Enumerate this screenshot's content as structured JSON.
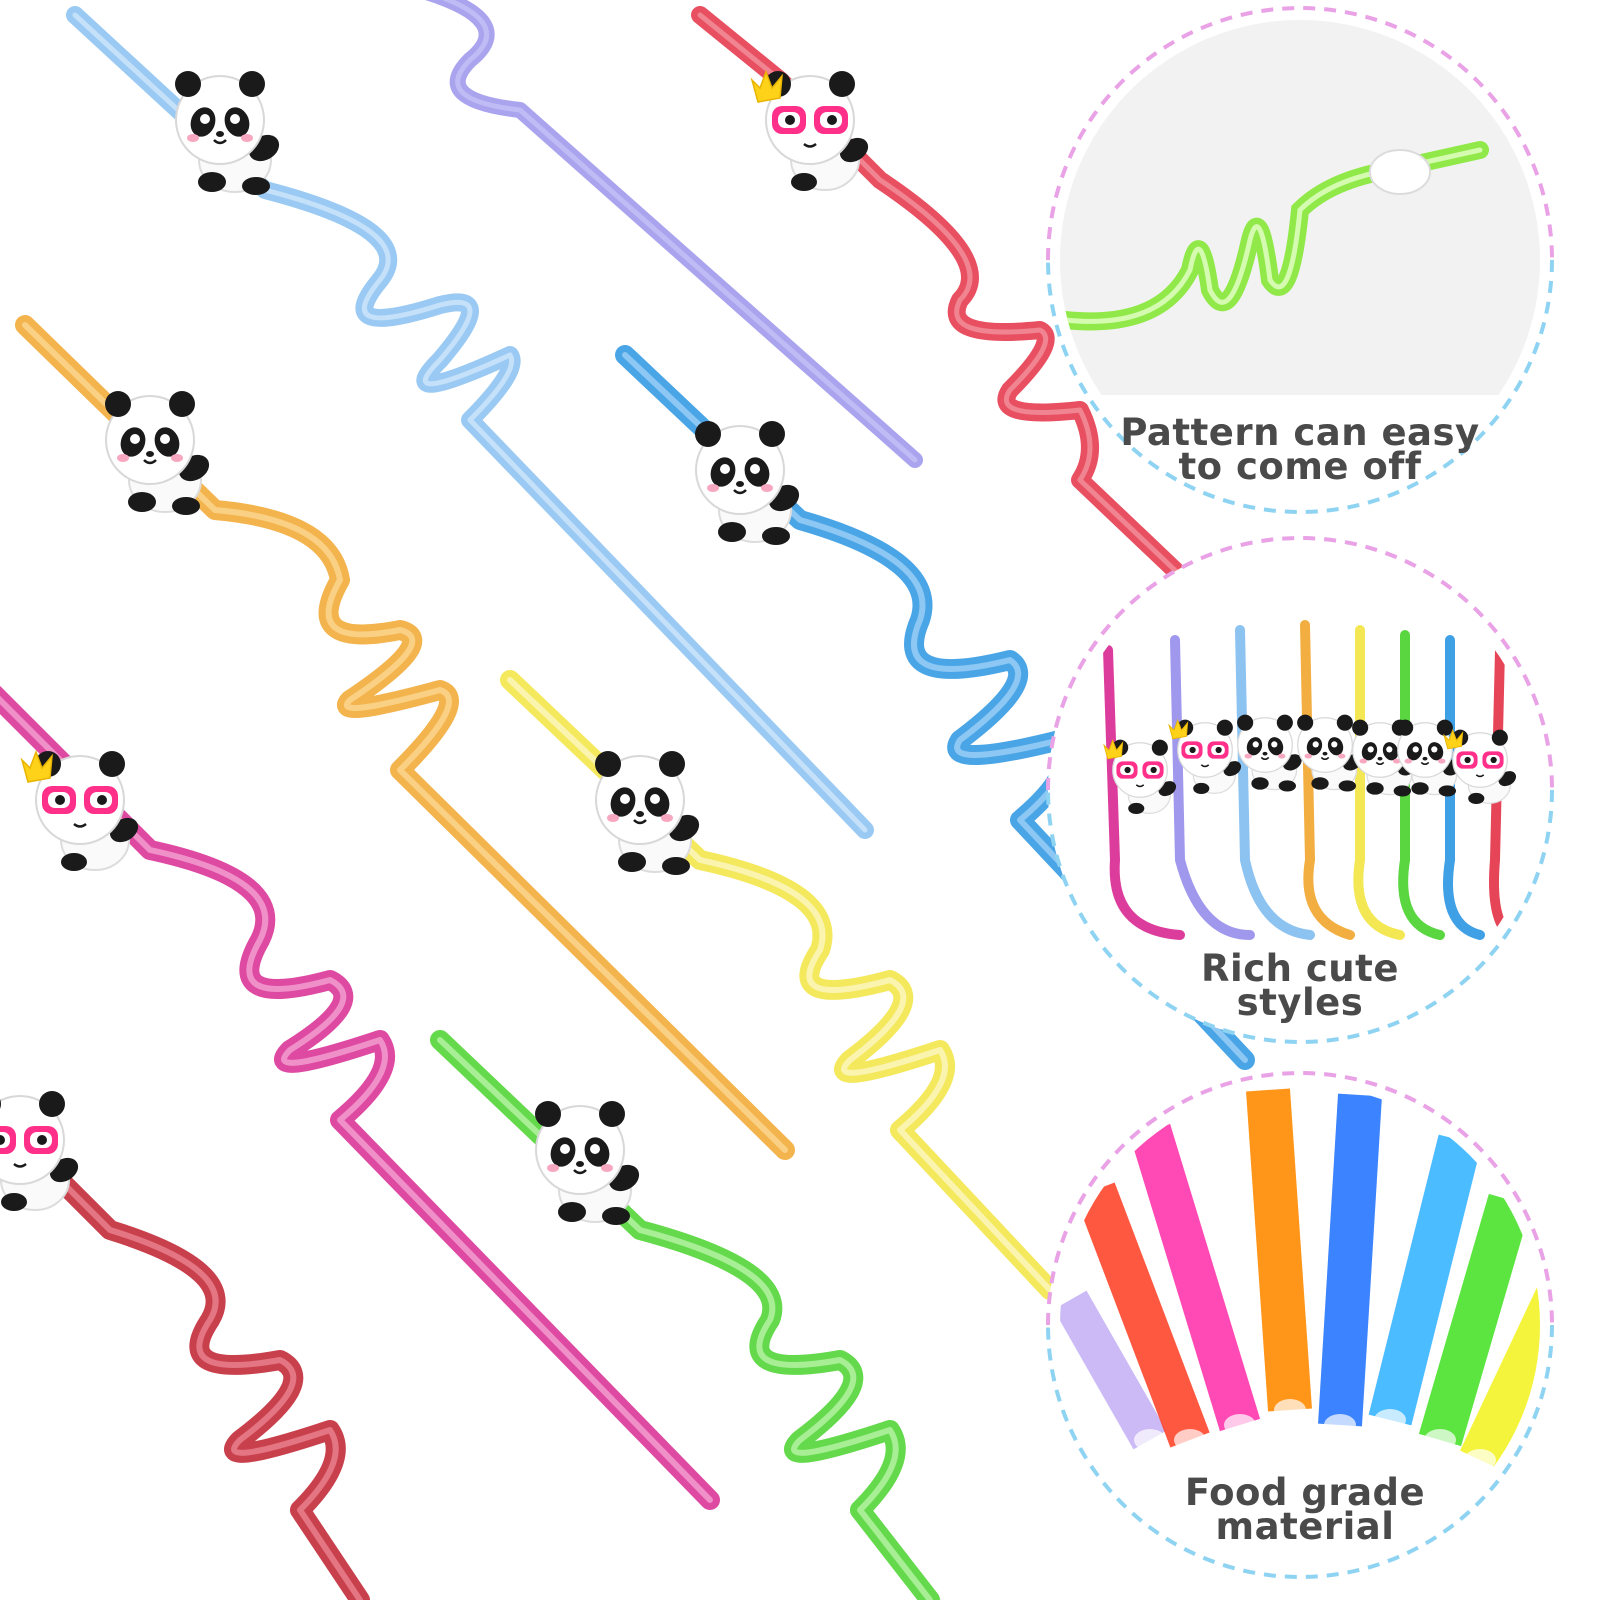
{
  "features": [
    {
      "line1": "Pattern can easy",
      "line2": "to come off"
    },
    {
      "line1": "Rich cute",
      "line2": "styles"
    },
    {
      "line1": "Food grade",
      "line2": "material"
    }
  ],
  "colors": {
    "bubble_border_pink": "#e9a2e6",
    "bubble_border_blue": "#8fd3f2",
    "label_text": "#4a4a4a",
    "straw_colors": [
      "#8e86ea",
      "#e2243a",
      "#78b8ef",
      "#f0a020",
      "#1d8fe0",
      "#d61b8b",
      "#f2e441",
      "#bb1020",
      "#3ccf1e"
    ]
  },
  "icons": [
    "panda-icon",
    "panda-glasses-crown-icon"
  ]
}
